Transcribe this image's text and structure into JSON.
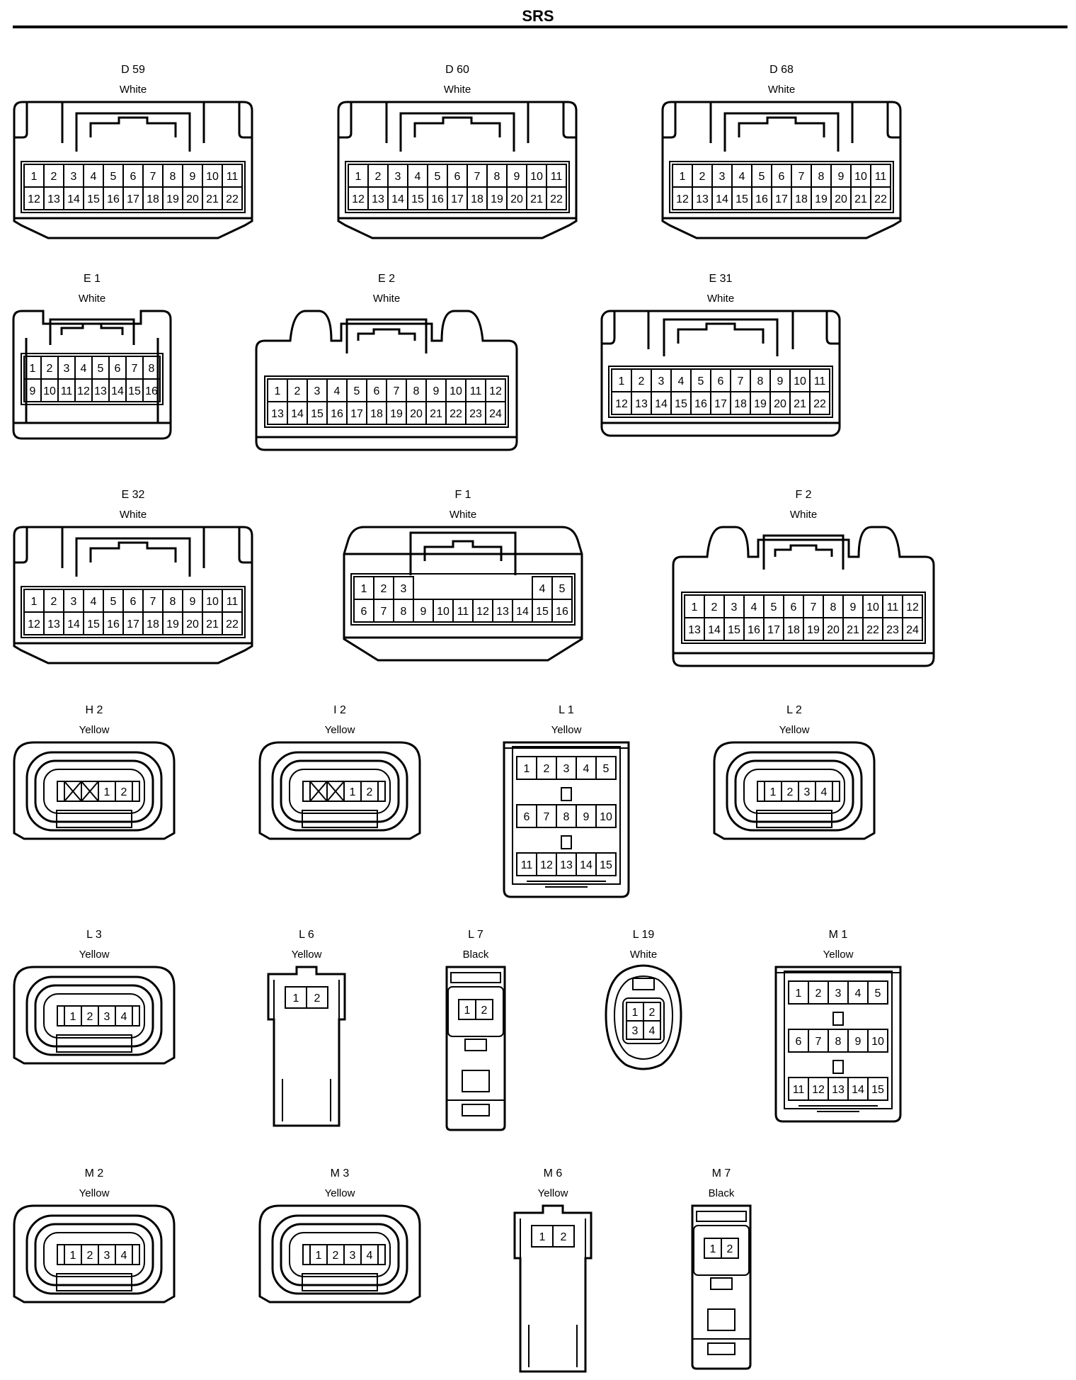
{
  "title": "SRS",
  "connectors": [
    {
      "id": "D 59",
      "color": "White",
      "type": "wide22",
      "pins_top": [
        "1",
        "2",
        "3",
        "4",
        "5",
        "6",
        "7",
        "8",
        "9",
        "10",
        "11"
      ],
      "pins_bottom": [
        "12",
        "13",
        "14",
        "15",
        "16",
        "17",
        "18",
        "19",
        "20",
        "21",
        "22"
      ]
    },
    {
      "id": "D 60",
      "color": "White",
      "type": "wide22",
      "pins_top": [
        "1",
        "2",
        "3",
        "4",
        "5",
        "6",
        "7",
        "8",
        "9",
        "10",
        "11"
      ],
      "pins_bottom": [
        "12",
        "13",
        "14",
        "15",
        "16",
        "17",
        "18",
        "19",
        "20",
        "21",
        "22"
      ]
    },
    {
      "id": "D 68",
      "color": "White",
      "type": "wide22",
      "pins_top": [
        "1",
        "2",
        "3",
        "4",
        "5",
        "6",
        "7",
        "8",
        "9",
        "10",
        "11"
      ],
      "pins_bottom": [
        "12",
        "13",
        "14",
        "15",
        "16",
        "17",
        "18",
        "19",
        "20",
        "21",
        "22"
      ]
    },
    {
      "id": "E 1",
      "color": "White",
      "type": "latch16",
      "pins_top": [
        "1",
        "2",
        "3",
        "4",
        "5",
        "6",
        "7",
        "8"
      ],
      "pins_bottom": [
        "9",
        "10",
        "11",
        "12",
        "13",
        "14",
        "15",
        "16"
      ]
    },
    {
      "id": "E 2",
      "color": "White",
      "type": "latch24",
      "pins_top": [
        "1",
        "2",
        "3",
        "4",
        "5",
        "6",
        "7",
        "8",
        "9",
        "10",
        "11",
        "12"
      ],
      "pins_bottom": [
        "13",
        "14",
        "15",
        "16",
        "17",
        "18",
        "19",
        "20",
        "21",
        "22",
        "23",
        "24"
      ]
    },
    {
      "id": "E 31",
      "color": "White",
      "type": "box22",
      "pins_top": [
        "1",
        "2",
        "3",
        "4",
        "5",
        "6",
        "7",
        "8",
        "9",
        "10",
        "11"
      ],
      "pins_bottom": [
        "12",
        "13",
        "14",
        "15",
        "16",
        "17",
        "18",
        "19",
        "20",
        "21",
        "22"
      ]
    },
    {
      "id": "E 32",
      "color": "White",
      "type": "wide22",
      "pins_top": [
        "1",
        "2",
        "3",
        "4",
        "5",
        "6",
        "7",
        "8",
        "9",
        "10",
        "11"
      ],
      "pins_bottom": [
        "12",
        "13",
        "14",
        "15",
        "16",
        "17",
        "18",
        "19",
        "20",
        "21",
        "22"
      ]
    },
    {
      "id": "F 1",
      "color": "White",
      "type": "f1",
      "pins_top": [
        "1",
        "2",
        "3",
        "",
        "",
        "",
        "",
        "",
        "",
        "4",
        "5"
      ],
      "pins_bottom": [
        "6",
        "7",
        "8",
        "9",
        "10",
        "11",
        "12",
        "13",
        "14",
        "15",
        "16"
      ]
    },
    {
      "id": "F 2",
      "color": "White",
      "type": "latch24",
      "pins_top": [
        "1",
        "2",
        "3",
        "4",
        "5",
        "6",
        "7",
        "8",
        "9",
        "10",
        "11",
        "12"
      ],
      "pins_bottom": [
        "13",
        "14",
        "15",
        "16",
        "17",
        "18",
        "19",
        "20",
        "21",
        "22",
        "23",
        "24"
      ]
    },
    {
      "id": "H 2",
      "color": "Yellow",
      "type": "oval",
      "pins": [
        "X",
        "X",
        "1",
        "2"
      ]
    },
    {
      "id": "I 2",
      "color": "Yellow",
      "type": "oval",
      "pins": [
        "X",
        "X",
        "1",
        "2"
      ]
    },
    {
      "id": "L 1",
      "color": "Yellow",
      "type": "grid15",
      "rows": [
        [
          "1",
          "2",
          "3",
          "4",
          "5"
        ],
        [
          "6",
          "7",
          "8",
          "9",
          "10"
        ],
        [
          "11",
          "12",
          "13",
          "14",
          "15"
        ]
      ]
    },
    {
      "id": "L 2",
      "color": "Yellow",
      "type": "oval",
      "pins": [
        "1",
        "2",
        "3",
        "4"
      ]
    },
    {
      "id": "L 3",
      "color": "Yellow",
      "type": "oval",
      "pins": [
        "1",
        "2",
        "3",
        "4"
      ]
    },
    {
      "id": "L 6",
      "color": "Yellow",
      "type": "tall2",
      "pins": [
        "1",
        "2"
      ]
    },
    {
      "id": "L 7",
      "color": "Black",
      "type": "narrow2",
      "pins": [
        "1",
        "2"
      ]
    },
    {
      "id": "L 19",
      "color": "White",
      "type": "round4",
      "pins": [
        "1",
        "2",
        "3",
        "4"
      ]
    },
    {
      "id": "M 1",
      "color": "Yellow",
      "type": "grid15",
      "rows": [
        [
          "1",
          "2",
          "3",
          "4",
          "5"
        ],
        [
          "6",
          "7",
          "8",
          "9",
          "10"
        ],
        [
          "11",
          "12",
          "13",
          "14",
          "15"
        ]
      ]
    },
    {
      "id": "M 2",
      "color": "Yellow",
      "type": "oval",
      "pins": [
        "1",
        "2",
        "3",
        "4"
      ]
    },
    {
      "id": "M 3",
      "color": "Yellow",
      "type": "oval",
      "pins": [
        "1",
        "2",
        "3",
        "4"
      ]
    },
    {
      "id": "M 6",
      "color": "Yellow",
      "type": "tall2",
      "pins": [
        "1",
        "2"
      ]
    },
    {
      "id": "M 7",
      "color": "Black",
      "type": "narrow2",
      "pins": [
        "1",
        "2"
      ]
    }
  ]
}
